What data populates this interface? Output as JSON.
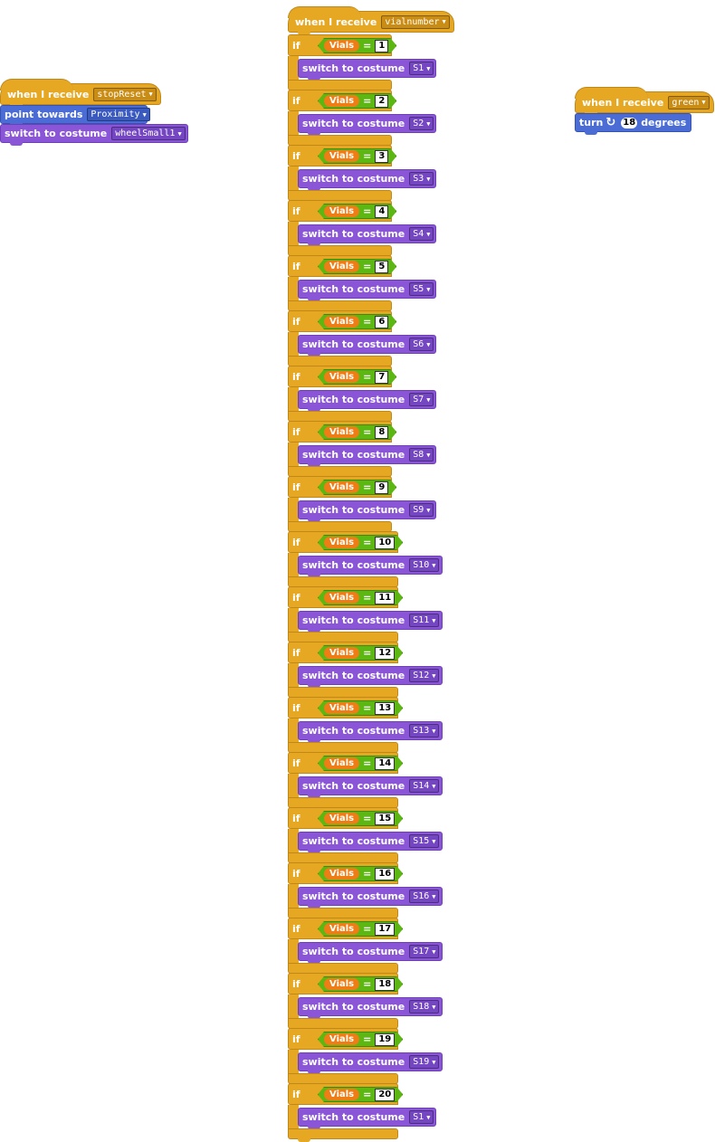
{
  "scripts": {
    "left": {
      "hat_label": "when I receive",
      "hat_message": "stopReset",
      "point_label": "point towards",
      "point_target": "Proximity",
      "costume_label": "switch to costume",
      "costume_value": "wheelSmall1"
    },
    "right": {
      "hat_label": "when I receive",
      "hat_message": "green",
      "turn_label": "turn",
      "turn_icon": "↻",
      "turn_value": "18",
      "degrees_label": "degrees"
    },
    "center": {
      "hat_label": "when I receive",
      "hat_message": "vialnumber",
      "if_label": "if",
      "variable": "Vials",
      "operator": "=",
      "action_label": "switch to costume",
      "cases": [
        {
          "value": "1",
          "costume": "S1"
        },
        {
          "value": "2",
          "costume": "S2"
        },
        {
          "value": "3",
          "costume": "S3"
        },
        {
          "value": "4",
          "costume": "S4"
        },
        {
          "value": "5",
          "costume": "S5"
        },
        {
          "value": "6",
          "costume": "S6"
        },
        {
          "value": "7",
          "costume": "S7"
        },
        {
          "value": "8",
          "costume": "S8"
        },
        {
          "value": "9",
          "costume": "S9"
        },
        {
          "value": "10",
          "costume": "S10"
        },
        {
          "value": "11",
          "costume": "S11"
        },
        {
          "value": "12",
          "costume": "S12"
        },
        {
          "value": "13",
          "costume": "S13"
        },
        {
          "value": "14",
          "costume": "S14"
        },
        {
          "value": "15",
          "costume": "S15"
        },
        {
          "value": "16",
          "costume": "S16"
        },
        {
          "value": "17",
          "costume": "S17"
        },
        {
          "value": "18",
          "costume": "S18"
        },
        {
          "value": "19",
          "costume": "S19"
        },
        {
          "value": "20",
          "costume": "S1"
        }
      ]
    }
  }
}
